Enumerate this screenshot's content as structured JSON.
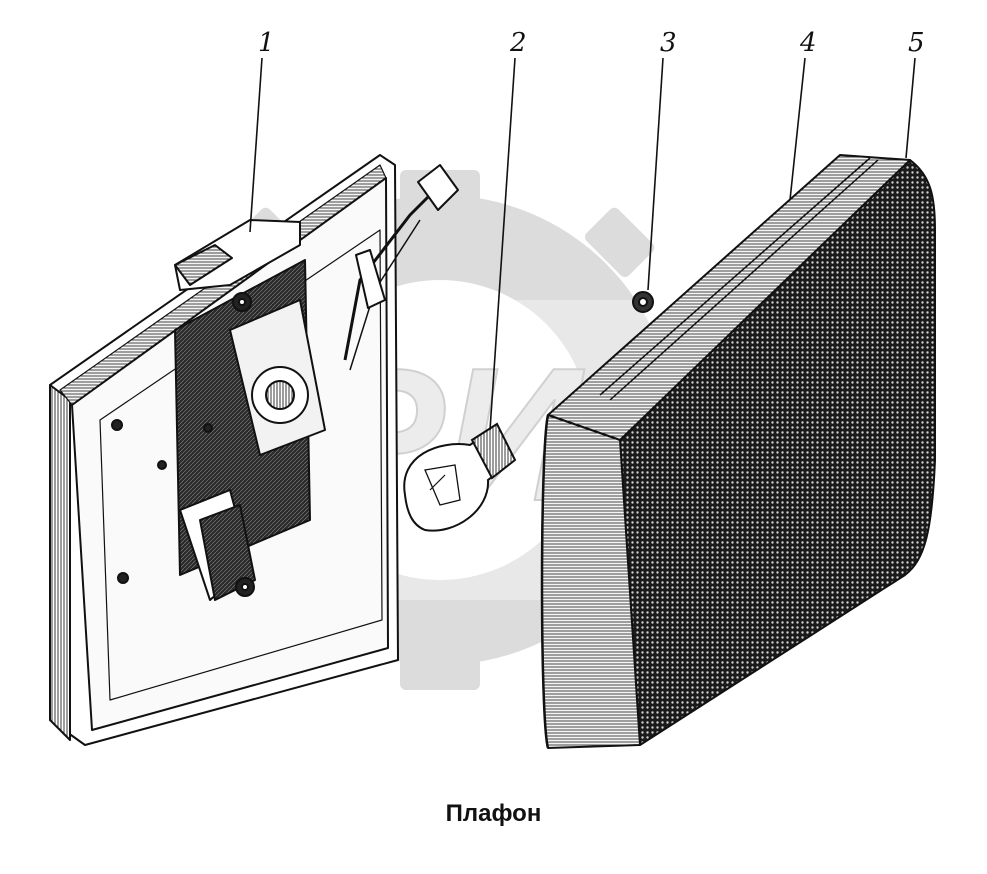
{
  "diagram": {
    "caption": "Плафон",
    "callouts": [
      {
        "number": "1",
        "part": "housing"
      },
      {
        "number": "2",
        "part": "lamp-bulb"
      },
      {
        "number": "3",
        "part": "nut"
      },
      {
        "number": "4",
        "part": "seal"
      },
      {
        "number": "5",
        "part": "diffuser"
      }
    ]
  },
  "colors": {
    "line": "#111111",
    "watermark": "#d9d9d9",
    "background": "#ffffff"
  }
}
